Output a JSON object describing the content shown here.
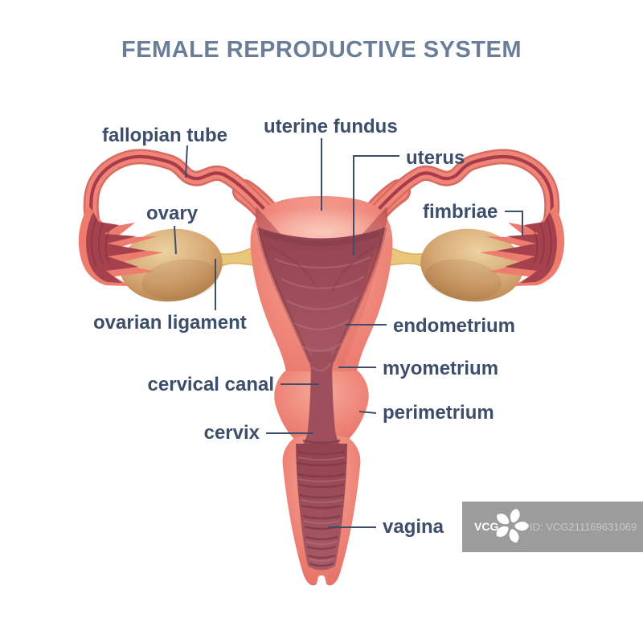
{
  "title": "FEMALE REPRODUCTIVE SYSTEM",
  "labels": {
    "fallopian_tube": "fallopian tube",
    "uterine_fundus": "uterine fundus",
    "uterus": "uterus",
    "ovary": "ovary",
    "fimbriae": "fimbriae",
    "ovarian_ligament": "ovarian ligament",
    "endometrium": "endometrium",
    "cervical_canal": "cervical canal",
    "myometrium": "myometrium",
    "perimetrium": "perimetrium",
    "cervix": "cervix",
    "vagina": "vagina"
  },
  "watermark": {
    "logo_text": "VCG",
    "id_text": "ID: VCG211169631069"
  },
  "colors": {
    "label_text": "#3d4e6b",
    "title_text": "#6b7e99",
    "body_pink": "#ee8478",
    "tube_dark": "#a63b49",
    "cavity": "#a3525f",
    "ovary_tan": "#cfa06a",
    "ligament_yellow": "#e9c77a",
    "watermark_bg": "#9c9c9c"
  }
}
